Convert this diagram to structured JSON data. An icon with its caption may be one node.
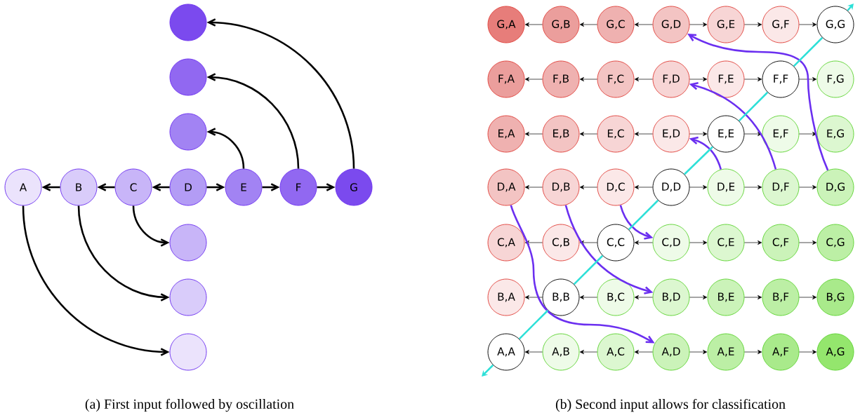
{
  "diagram": {
    "nodes": [
      {
        "text": [
          "A"
        ]
      },
      {
        "text": [
          "B"
        ]
      },
      {
        "text": [
          "C"
        ]
      },
      {
        "text": [
          "D"
        ]
      },
      {
        "text": [
          "E"
        ]
      },
      {
        "text": [
          "F"
        ]
      },
      {
        "text": [
          "G"
        ]
      },
      {
        "text": [],
        "shape": "circle"
      },
      {
        "text": [],
        "shape": "circle"
      },
      {
        "text": [],
        "shape": "circle"
      },
      {
        "text": [],
        "shape": "circle"
      },
      {
        "text": [],
        "shape": "circle"
      },
      {
        "text": [],
        "shape": "circle"
      },
      {
        "text": [
          "G,A"
        ]
      },
      {
        "text": [
          "G,B"
        ]
      },
      {
        "text": [
          "G,C"
        ]
      },
      {
        "text": [
          "G,D"
        ]
      },
      {
        "text": [
          "G,E"
        ]
      },
      {
        "text": [
          "G,F"
        ]
      },
      {
        "text": [
          "G,G"
        ]
      },
      {
        "text": [
          "F,A"
        ]
      },
      {
        "text": [
          "F,B"
        ]
      },
      {
        "text": [
          "F,C"
        ]
      },
      {
        "text": [
          "F,D"
        ]
      },
      {
        "text": [
          "F,E"
        ]
      },
      {
        "text": [
          "F,F"
        ]
      },
      {
        "text": [
          "F,G"
        ]
      },
      {
        "text": [
          "E,A"
        ]
      },
      {
        "text": [
          "E,B"
        ]
      },
      {
        "text": [
          "E,C"
        ]
      },
      {
        "text": [
          "E,D"
        ]
      },
      {
        "text": [
          "E,E"
        ]
      },
      {
        "text": [
          "E,F"
        ]
      },
      {
        "text": [
          "E,G"
        ]
      },
      {
        "text": [
          "D,A"
        ]
      },
      {
        "text": [
          "D,B"
        ]
      },
      {
        "text": [
          "D,C"
        ]
      },
      {
        "text": [
          "D,D"
        ]
      },
      {
        "text": [
          "D,E"
        ]
      },
      {
        "text": [
          "D,F"
        ]
      },
      {
        "text": [
          "D,G"
        ]
      },
      {
        "text": [
          "C,A"
        ]
      },
      {
        "text": [
          "C,B"
        ]
      },
      {
        "text": [
          "C,C"
        ]
      },
      {
        "text": [
          "C,D"
        ]
      },
      {
        "text": [
          "C,E"
        ]
      },
      {
        "text": [
          "C,F"
        ]
      },
      {
        "text": [
          "C,G"
        ]
      },
      {
        "text": [
          "B,A"
        ]
      },
      {
        "text": [
          "B,B"
        ]
      },
      {
        "text": [
          "B,C"
        ]
      },
      {
        "text": [
          "B,D"
        ]
      },
      {
        "text": [
          "B,E"
        ]
      },
      {
        "text": [
          "B,F"
        ]
      },
      {
        "text": [
          "B,G"
        ]
      },
      {
        "text": [
          "A,A"
        ]
      },
      {
        "text": [
          "A,B"
        ]
      },
      {
        "text": [
          "A,C"
        ]
      },
      {
        "text": [
          "A,D"
        ]
      },
      {
        "text": [
          "A,E"
        ]
      },
      {
        "text": [
          "A,F"
        ]
      },
      {
        "text": [
          "A,G"
        ]
      }
    ],
    "edges": [
      {
        "from": 3,
        "to": 2,
        "arrow": "to",
        "style": "thick"
      },
      {
        "from": 2,
        "to": 1,
        "arrow": "to",
        "style": "thick"
      },
      {
        "from": 1,
        "to": 0,
        "arrow": "to",
        "style": "thick"
      },
      {
        "from": 3,
        "to": 4,
        "arrow": "to",
        "style": "thick"
      },
      {
        "from": 4,
        "to": 5,
        "arrow": "to",
        "style": "thick"
      },
      {
        "from": 5,
        "to": 6,
        "arrow": "to",
        "style": "thick"
      },
      {
        "from": 4,
        "to": 9,
        "arrow": "to",
        "style": "thick"
      },
      {
        "from": 5,
        "to": 8,
        "arrow": "to",
        "style": "thick"
      },
      {
        "from": 6,
        "to": 7,
        "arrow": "to",
        "style": "thick"
      },
      {
        "from": 2,
        "to": 10,
        "arrow": "to",
        "style": "thick"
      },
      {
        "from": 1,
        "to": 11,
        "arrow": "to",
        "style": "thick"
      },
      {
        "from": 0,
        "to": 12,
        "arrow": "to",
        "style": "thick"
      },
      {
        "from": 16,
        "to": 15,
        "arrow": "to"
      },
      {
        "from": 15,
        "to": 14,
        "arrow": "to"
      },
      {
        "from": 14,
        "to": 13,
        "arrow": "to"
      },
      {
        "from": 16,
        "to": 17,
        "arrow": "to"
      },
      {
        "from": 17,
        "to": 18,
        "arrow": "to"
      },
      {
        "from": 18,
        "to": 19,
        "arrow": "to"
      },
      {
        "from": 23,
        "to": 22,
        "arrow": "to"
      },
      {
        "from": 22,
        "to": 21,
        "arrow": "to"
      },
      {
        "from": 21,
        "to": 20,
        "arrow": "to"
      },
      {
        "from": 23,
        "to": 24,
        "arrow": "to"
      },
      {
        "from": 24,
        "to": 25,
        "arrow": "to"
      },
      {
        "from": 25,
        "to": 26,
        "arrow": "to"
      },
      {
        "from": 30,
        "to": 29,
        "arrow": "to"
      },
      {
        "from": 29,
        "to": 28,
        "arrow": "to"
      },
      {
        "from": 28,
        "to": 27,
        "arrow": "to"
      },
      {
        "from": 30,
        "to": 31,
        "arrow": "to"
      },
      {
        "from": 31,
        "to": 32,
        "arrow": "to"
      },
      {
        "from": 32,
        "to": 33,
        "arrow": "to"
      },
      {
        "from": 37,
        "to": 36,
        "arrow": "to"
      },
      {
        "from": 36,
        "to": 35,
        "arrow": "to"
      },
      {
        "from": 35,
        "to": 34,
        "arrow": "to"
      },
      {
        "from": 37,
        "to": 38,
        "arrow": "to"
      },
      {
        "from": 38,
        "to": 39,
        "arrow": "to"
      },
      {
        "from": 39,
        "to": 40,
        "arrow": "to"
      },
      {
        "from": 44,
        "to": 43,
        "arrow": "to"
      },
      {
        "from": 43,
        "to": 42,
        "arrow": "to"
      },
      {
        "from": 42,
        "to": 41,
        "arrow": "to"
      },
      {
        "from": 44,
        "to": 45,
        "arrow": "to"
      },
      {
        "from": 45,
        "to": 46,
        "arrow": "to"
      },
      {
        "from": 46,
        "to": 47,
        "arrow": "to"
      },
      {
        "from": 51,
        "to": 50,
        "arrow": "to"
      },
      {
        "from": 50,
        "to": 49,
        "arrow": "to"
      },
      {
        "from": 49,
        "to": 48,
        "arrow": "to"
      },
      {
        "from": 51,
        "to": 52,
        "arrow": "to"
      },
      {
        "from": 52,
        "to": 53,
        "arrow": "to"
      },
      {
        "from": 53,
        "to": 54,
        "arrow": "to"
      },
      {
        "from": 58,
        "to": 57,
        "arrow": "to"
      },
      {
        "from": 57,
        "to": 56,
        "arrow": "to"
      },
      {
        "from": 56,
        "to": 55,
        "arrow": "to"
      },
      {
        "from": 58,
        "to": 59,
        "arrow": "to"
      },
      {
        "from": 59,
        "to": 60,
        "arrow": "to"
      },
      {
        "from": 60,
        "to": 61,
        "arrow": "to"
      },
      {
        "from": 38,
        "to": 30,
        "arrow": "to",
        "style": "thick",
        "color": "#6b2ff0"
      },
      {
        "from": 39,
        "to": 23,
        "arrow": "to",
        "style": "thick",
        "color": "#6b2ff0"
      },
      {
        "from": 40,
        "to": 16,
        "arrow": "to",
        "style": "thick",
        "color": "#6b2ff0"
      },
      {
        "from": 36,
        "to": 44,
        "arrow": "to",
        "style": "thick",
        "color": "#6b2ff0"
      },
      {
        "from": 35,
        "to": 51,
        "arrow": "to",
        "style": "thick",
        "color": "#6b2ff0"
      },
      {
        "from": 34,
        "to": 58,
        "arrow": "to",
        "style": "thick",
        "color": "#6b2ff0"
      },
      {
        "from": 55,
        "to": null,
        "arrow": "to",
        "style": "thick",
        "color": "#2ee0d8"
      },
      {
        "from": 55,
        "to": 49,
        "arrow": "none",
        "style": "thick",
        "color": "#2ee0d8"
      },
      {
        "from": 49,
        "to": 43,
        "arrow": "none",
        "style": "thick",
        "color": "#2ee0d8"
      },
      {
        "from": 43,
        "to": 37,
        "arrow": "none",
        "style": "thick",
        "color": "#2ee0d8"
      },
      {
        "from": 37,
        "to": 31,
        "arrow": "none",
        "style": "thick",
        "color": "#2ee0d8"
      },
      {
        "from": 31,
        "to": 25,
        "arrow": "none",
        "style": "thick",
        "color": "#2ee0d8"
      },
      {
        "from": 25,
        "to": 19,
        "arrow": "none",
        "style": "thick",
        "color": "#2ee0d8"
      },
      {
        "from": 19,
        "to": null,
        "arrow": "to",
        "style": "thick",
        "color": "#2ee0d8"
      }
    ],
    "labels": [
      "(a) First input followed by oscillation",
      "(b) Second input allows for classification"
    ]
  }
}
